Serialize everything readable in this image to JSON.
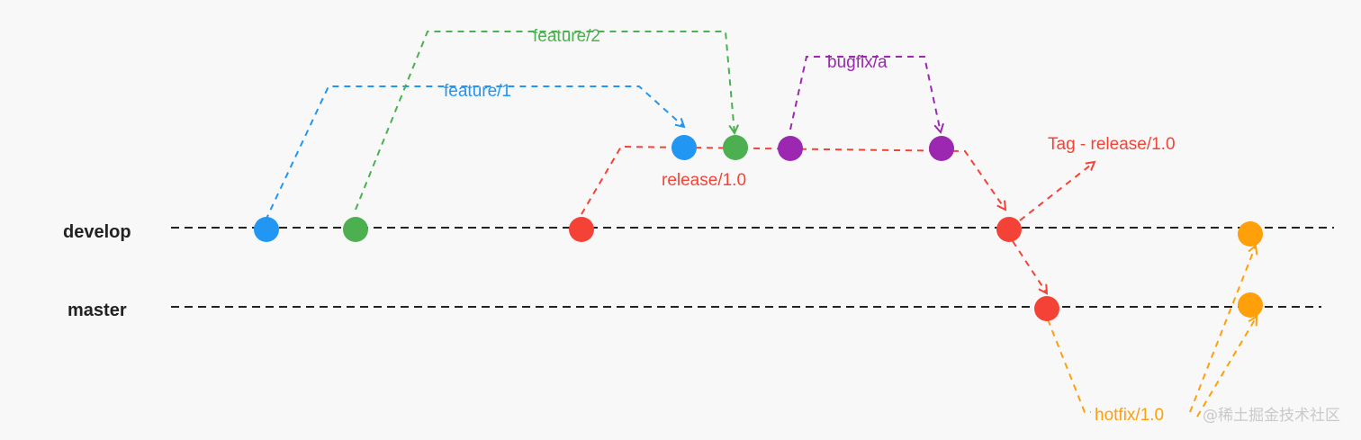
{
  "colors": {
    "baseline": "#222222",
    "feature1": "#2196f3",
    "feature2": "#4caf50",
    "bugfix": "#9c27b0",
    "release": "#f44336",
    "hotfix": "#ff9f0a",
    "background": "#f8f8f8"
  },
  "labels": {
    "develop": "develop",
    "master": "master",
    "feature1": "feature/1",
    "feature2": "feature/2",
    "bugfix": "bugfix/a",
    "release": "release/1.0",
    "tag": "Tag - release/1.0",
    "hotfix": "hotfix/1.0",
    "watermark": "@稀土掘金技术社区"
  }
}
